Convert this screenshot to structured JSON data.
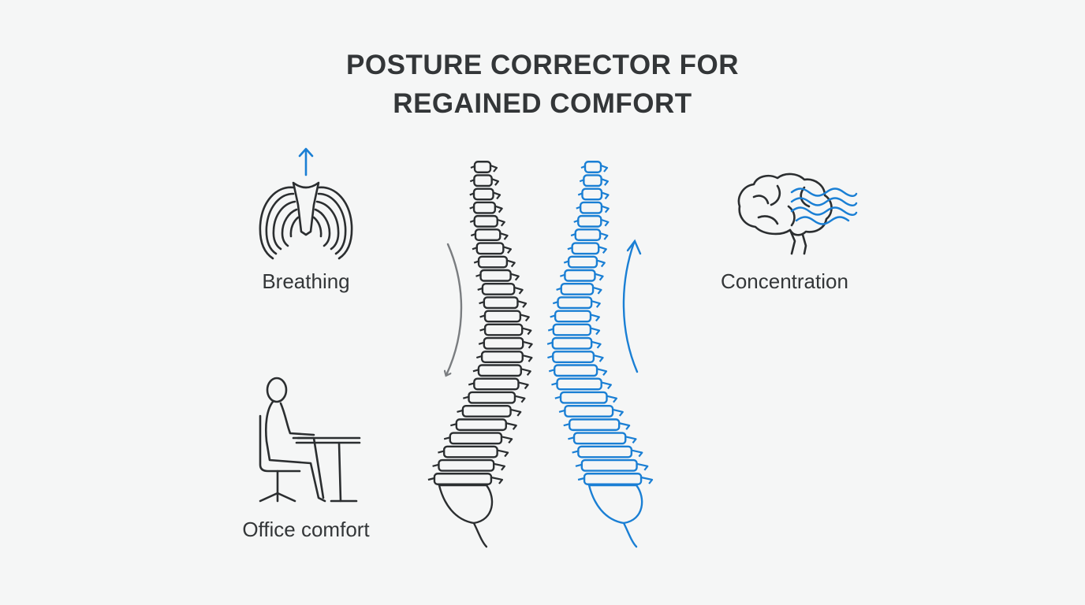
{
  "title": {
    "line1": "POSTURE CORRECTOR FOR",
    "line2": "REGAINED COMFORT"
  },
  "benefits": [
    {
      "label": "Breathing",
      "icon": "ribcage-icon"
    },
    {
      "label": "Concentration",
      "icon": "brain-icon"
    },
    {
      "label": "Office comfort",
      "icon": "seated-person-at-desk-icon"
    }
  ],
  "spines": [
    {
      "state": "slouched",
      "icon": "spine-icon",
      "color": "#2b2e30"
    },
    {
      "state": "corrected",
      "icon": "spine-icon",
      "color": "#1a7fd4"
    }
  ],
  "colors": {
    "background": "#f5f6f6",
    "text": "#333638",
    "accent": "#1a7fd4",
    "arrow_gray": "#7a7d80"
  }
}
